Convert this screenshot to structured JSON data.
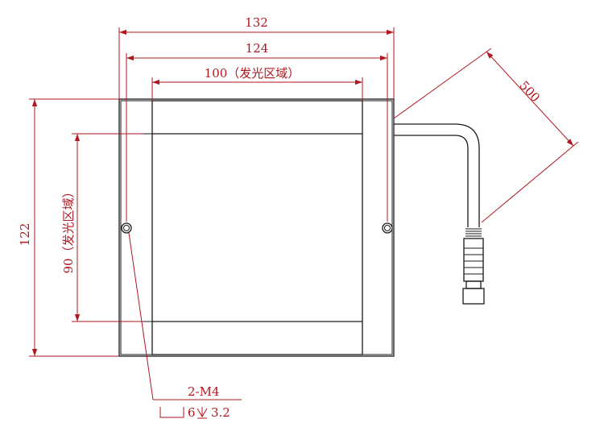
{
  "dimensions": {
    "overall_width": "132",
    "hole_spacing": "124",
    "emit_width": "100（发光区域）",
    "overall_height": "122",
    "emit_height": "90（发光区域）",
    "cable_length": "500"
  },
  "callout": {
    "thread": "2-M4",
    "counterbore": "6",
    "depth": "3.2"
  },
  "colors": {
    "outline": "#1a1a1a",
    "dimension": "#b0171f"
  }
}
